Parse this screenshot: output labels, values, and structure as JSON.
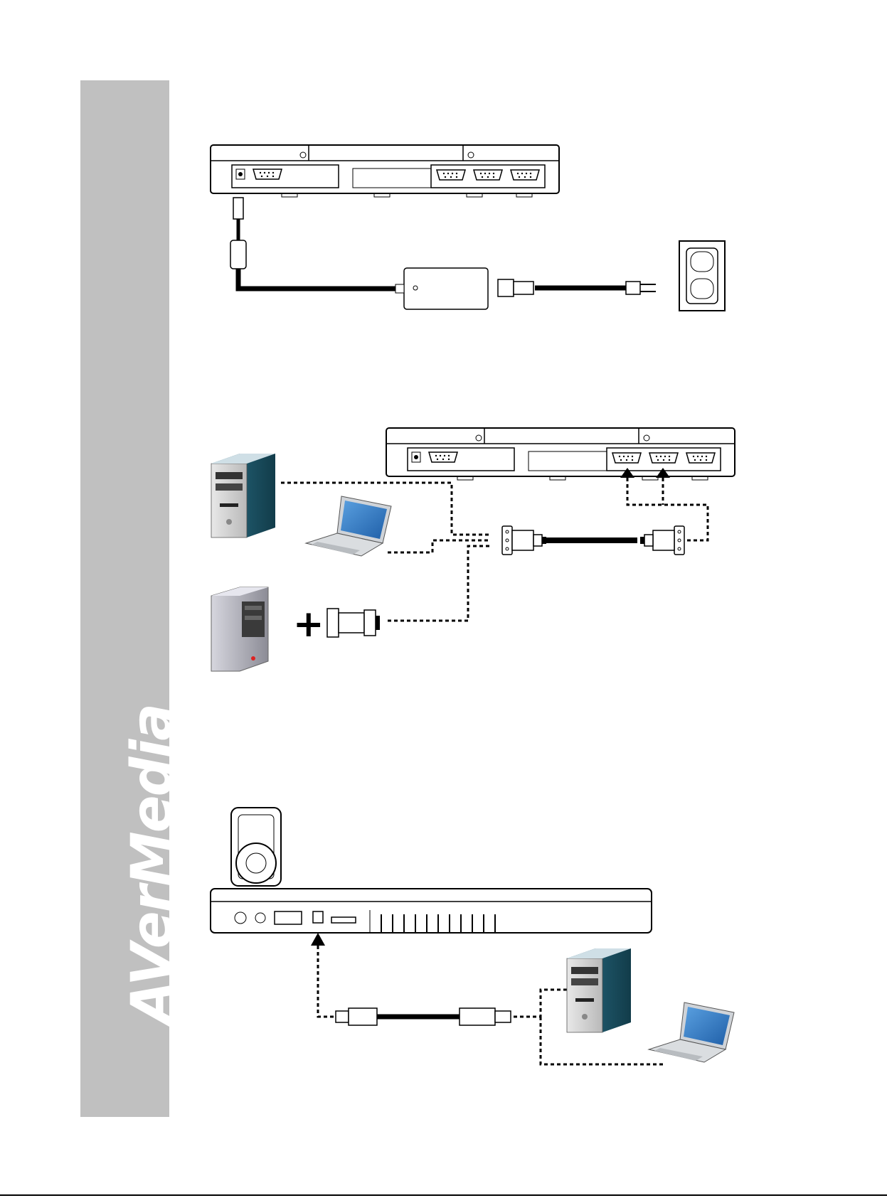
{
  "brand": {
    "logo_text": "AVerMedia"
  },
  "colors": {
    "sidebar": "#c0c0c0",
    "brand_text": "#ffffff",
    "monitor_blue": "#3e7fc4",
    "tower_teal": "#1f5a6b",
    "line": "#000000"
  },
  "sections": [
    {
      "id": "power-connection",
      "icons": [
        "device-rear-panel",
        "ac-adapter",
        "power-cord",
        "wall-outlet"
      ]
    },
    {
      "id": "rgb-input-connection",
      "icons": [
        "device-rear-panel",
        "desktop-pc",
        "laptop",
        "mac-pc",
        "mac-adapter",
        "vga-cable"
      ]
    },
    {
      "id": "usb-connection",
      "icons": [
        "document-camera-side",
        "usb-cable",
        "desktop-pc",
        "laptop"
      ]
    }
  ]
}
